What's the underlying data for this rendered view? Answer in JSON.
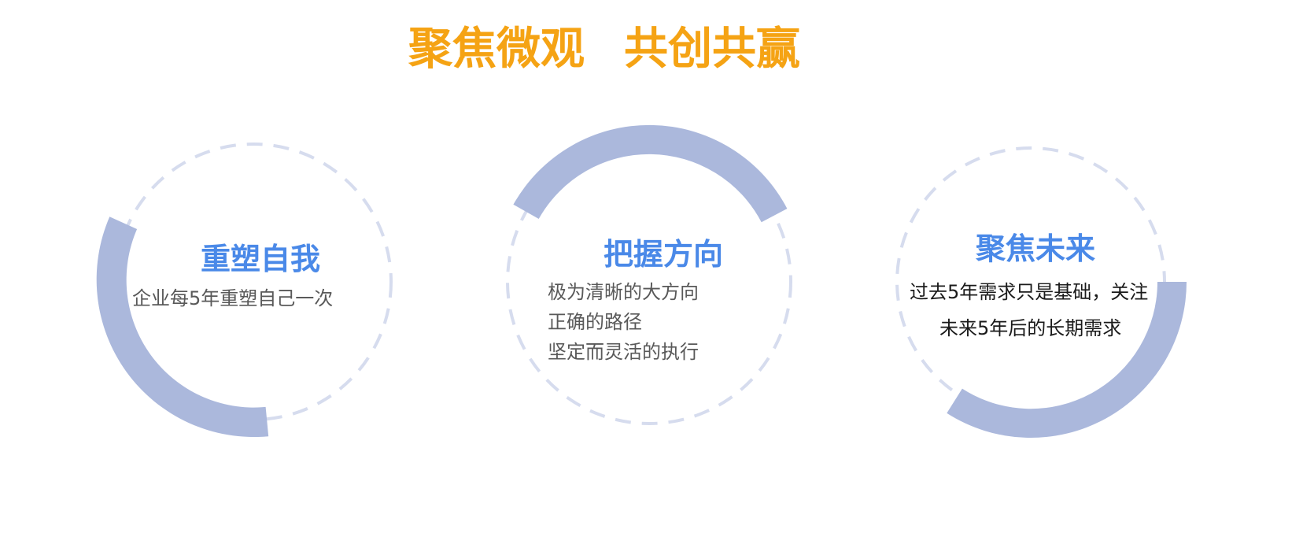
{
  "header": {
    "title_part1": "聚焦微观",
    "title_part2": "共创共赢"
  },
  "colors": {
    "title": "#F5A314",
    "card_title": "#4A89E8",
    "arc": "#ABB8DC",
    "dashed_ring": "#D6DCEE"
  },
  "cards": [
    {
      "title": "重塑自我",
      "lines": [
        "企业每5年重塑自己一次"
      ]
    },
    {
      "title": "把握方向",
      "lines": [
        "极为清晰的大方向",
        "正确的路径",
        "坚定而灵活的执行"
      ]
    },
    {
      "title": "聚焦未来",
      "lines": [
        "过去5年需求只是基础，关注",
        "未来5年后的长期需求"
      ]
    }
  ]
}
